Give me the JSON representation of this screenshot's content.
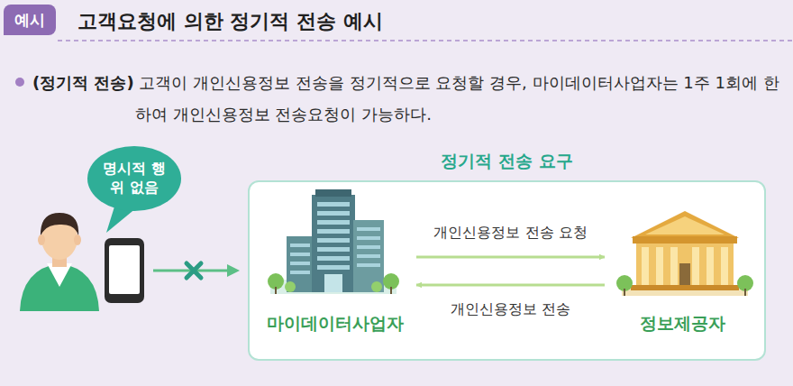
{
  "diagram": {
    "title": "고객요청에 의한 정기적 전송 예시",
    "nodes": [
      {
        "text": [
          "예시"
        ]
      },
      {
        "text": [
          "명시적 행위 없음"
        ]
      },
      {
        "text": [
          "정기적 전송 요구"
        ]
      },
      {
        "text": [
          "마이데이터사업자"
        ],
        "in": 2
      },
      {
        "text": [
          "정보제공자"
        ],
        "in": 2
      }
    ],
    "edges": [
      {
        "from": 3,
        "to": 4,
        "label": "개인신용정보 전송 요청",
        "arrow": "to"
      },
      {
        "from": 4,
        "to": 3,
        "label": "개인신용정보 전송",
        "arrow": "to"
      }
    ],
    "labels": [
      "(정기적 전송)",
      "고객이 개인신용정보 전송을 정기적으로 요청할 경우, 마이데이터사업자는 1주 1회에 한하여 개인신용정보 전송요청이 가능하다."
    ]
  }
}
